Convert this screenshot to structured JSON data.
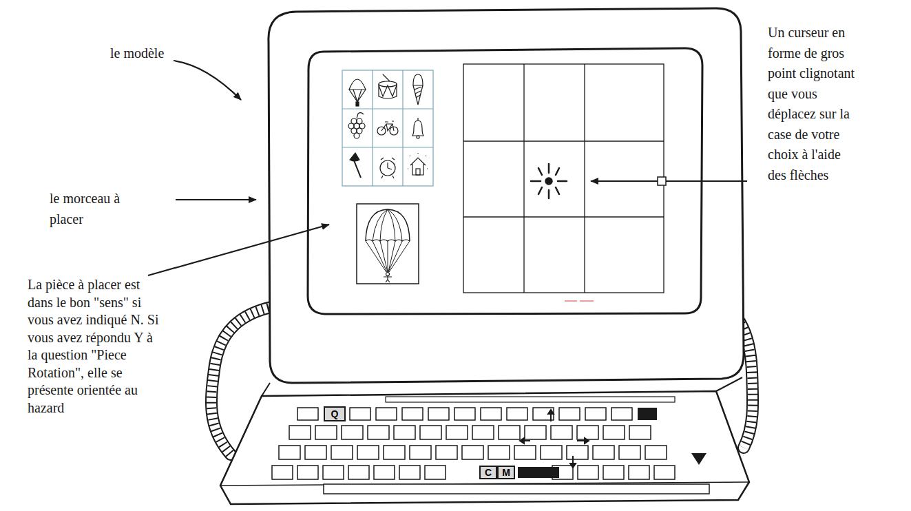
{
  "diagram": {
    "nodes": [
      {
        "text": [
          "Q"
        ]
      },
      {
        "text": [
          "C"
        ]
      },
      {
        "text": [
          "M"
        ]
      }
    ],
    "labels": [
      "le modèle",
      "le morceau à placer",
      "La pièce à placer est dans le bon \"sens\" si vous avez indiqué N. Si vous avez répondu Y à la question \"Piece Rotation\", elle se présente orientée au hazard",
      "Un curseur en forme de gros point clignotant que vous déplacez sur la case de votre choix à l'aide des flèches"
    ]
  }
}
